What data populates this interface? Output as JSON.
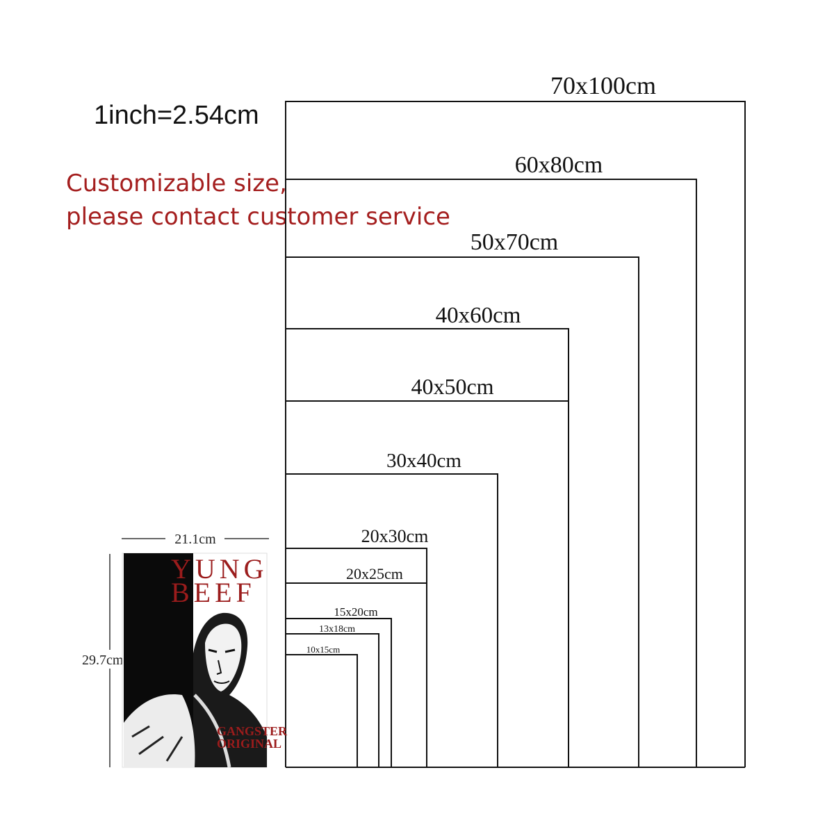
{
  "conversion": "1inch=2.54cm",
  "custom_note": {
    "line1": "Customizable size,",
    "line2": "please contact customer service"
  },
  "sizes": [
    {
      "label": "70x100cm"
    },
    {
      "label": "60x80cm"
    },
    {
      "label": "50x70cm"
    },
    {
      "label": "40x60cm"
    },
    {
      "label": "40x50cm"
    },
    {
      "label": "30x40cm"
    },
    {
      "label": "20x30cm"
    },
    {
      "label": "20x25cm"
    },
    {
      "label": "15x20cm"
    },
    {
      "label": "13x18cm"
    },
    {
      "label": "10x15cm"
    }
  ],
  "reference_poster": {
    "width_label": "21.1cm",
    "height_label": "29.7cm",
    "title_line1": "YUNG",
    "title_line2": "BEEF",
    "subtitle_line1": "GANGSTER",
    "subtitle_line2": "ORIGINAL"
  },
  "colors": {
    "line": "#111111",
    "note": "#a41e1e",
    "poster_accent": "#9b1c1c"
  }
}
